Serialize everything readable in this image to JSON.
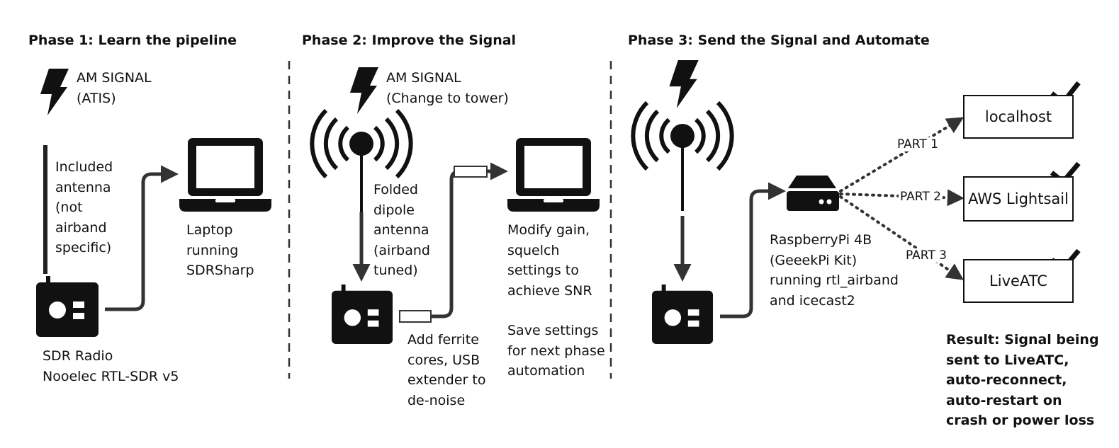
{
  "phases": [
    {
      "title": "Phase 1: Learn the pipeline",
      "signal_label": "AM SIGNAL\n(ATIS)",
      "antenna_label": "Included\nantenna\n(not\nairband\nspecific)",
      "computer_label": "Laptop\nrunning\nSDRSharp",
      "radio_label": "SDR Radio\nNooelec RTL-SDR v5"
    },
    {
      "title": "Phase 2: Improve the Signal",
      "signal_label": "AM SIGNAL\n(Change to tower)",
      "antenna_label": "Folded\ndipole\nantenna\n(airband\ntuned)",
      "computer_label": "Modify gain,\nsquelch\nsettings to\nachieve SNR",
      "save_label": "Save settings\nfor next phase\nautomation",
      "radio_label": "Add ferrite\ncores, USB\nextender to\nde-noise"
    },
    {
      "title": "Phase 3: Send the Signal and Automate",
      "pi_label": "RaspberryPi 4B\n(GeeekPi Kit)\nrunning rtl_airband\nand icecast2",
      "parts": [
        {
          "part": "PART 1",
          "destination": "localhost"
        },
        {
          "part": "PART 2",
          "destination": "AWS Lightsail"
        },
        {
          "part": "PART 3",
          "destination": "LiveATC"
        }
      ],
      "result": "Result: Signal being\nsent to LiveATC,\nauto-reconnect,\nauto-restart on\ncrash or power loss"
    }
  ],
  "icons": [
    "lightning-icon",
    "radio-tower-icon",
    "laptop-icon",
    "sdr-radio-icon",
    "raspberry-pi-icon",
    "checkmark-icon"
  ],
  "colors": {
    "ink": "#111111",
    "connector": "#333333",
    "divider": "#333333"
  }
}
